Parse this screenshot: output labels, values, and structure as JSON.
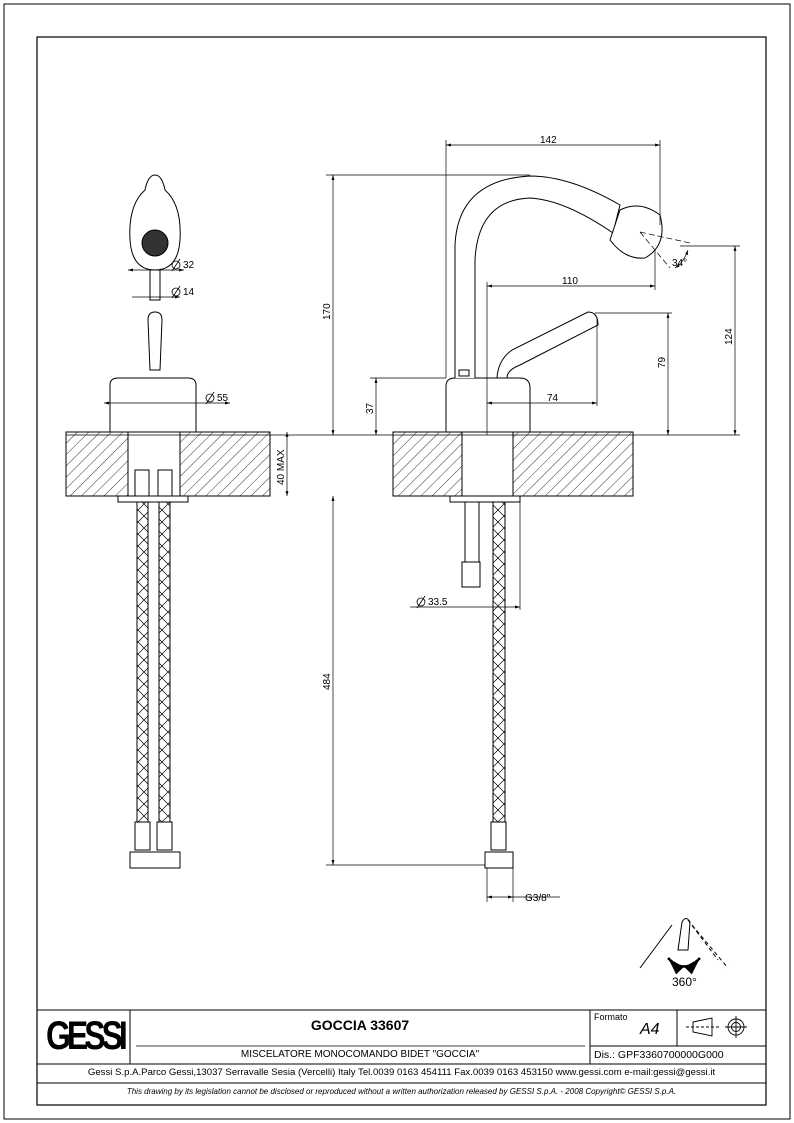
{
  "drawing": {
    "dimensions": {
      "d32": "32",
      "d14": "14",
      "d55": "55",
      "max40": "40 MAX",
      "l484": "484",
      "w142": "142",
      "h170": "170",
      "h37": "37",
      "w110": "110",
      "h124": "124",
      "h79": "79",
      "w74": "74",
      "angle34": "34°",
      "d33_5": "33.5",
      "thread": "G3/8\""
    },
    "rotation_label": "360°"
  },
  "title_block": {
    "logo": "GESSI",
    "title": "GOCCIA 33607",
    "subtitle": "MISCELATORE MONOCOMANDO BIDET \"GOCCIA\"",
    "format_label": "Formato",
    "format_value": "A4",
    "drawing_number": "Dis.: GPF3360700000G000",
    "address": "Gessi S.p.A.Parco Gessi,13037 Serravalle Sesia (Vercelli) Italy Tel.0039 0163 454111 Fax.0039 0163 453150 www.gessi.com e-mail:gessi@gessi.it",
    "copyright": "This drawing by its legislation cannot be disclosed or reproduced without a written authorization released by GESSI S.p.A. - 2008 Copyright© GESSI S.p.A."
  }
}
